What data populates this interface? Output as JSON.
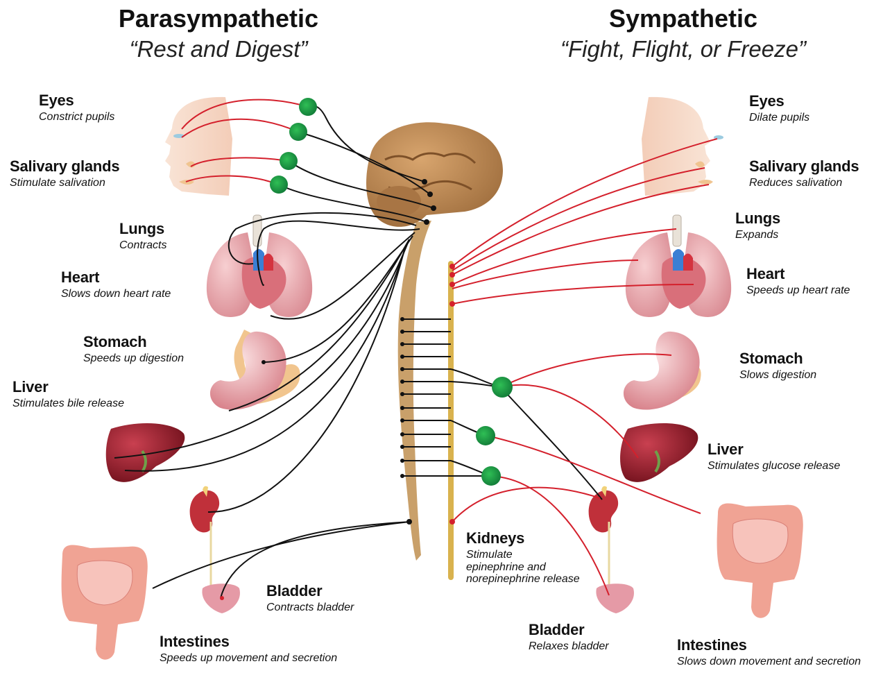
{
  "parasympathetic": {
    "title": "Parasympathetic",
    "subtitle": "“Rest and Digest”",
    "organs": [
      {
        "key": "eyes",
        "name": "Eyes",
        "effect": "Constrict pupils"
      },
      {
        "key": "salivary",
        "name": "Salivary glands",
        "effect": "Stimulate salivation"
      },
      {
        "key": "lungs",
        "name": "Lungs",
        "effect": "Contracts"
      },
      {
        "key": "heart",
        "name": "Heart",
        "effect": "Slows down heart rate"
      },
      {
        "key": "stomach",
        "name": "Stomach",
        "effect": "Speeds up digestion"
      },
      {
        "key": "liver",
        "name": "Liver",
        "effect": "Stimulates bile release"
      },
      {
        "key": "bladder",
        "name": "Bladder",
        "effect": "Contracts bladder"
      },
      {
        "key": "intestines",
        "name": "Intestines",
        "effect": "Speeds up movement and secretion"
      }
    ]
  },
  "sympathetic": {
    "title": "Sympathetic",
    "subtitle": "“Fight, Flight, or Freeze”",
    "organs": [
      {
        "key": "eyes",
        "name": "Eyes",
        "effect": "Dilate pupils"
      },
      {
        "key": "salivary",
        "name": "Salivary glands",
        "effect": "Reduces salivation"
      },
      {
        "key": "lungs",
        "name": "Lungs",
        "effect": "Expands"
      },
      {
        "key": "heart",
        "name": "Heart",
        "effect": "Speeds up heart rate"
      },
      {
        "key": "stomach",
        "name": "Stomach",
        "effect": "Slows digestion"
      },
      {
        "key": "liver",
        "name": "Liver",
        "effect": "Stimulates glucose release"
      },
      {
        "key": "kidneys",
        "name": "Kidneys",
        "effect": "Stimulate",
        "effect_lines": [
          "epinephrine and",
          "norepinephrine release"
        ]
      },
      {
        "key": "bladder",
        "name": "Bladder",
        "effect": "Relaxes bladder"
      },
      {
        "key": "intestines",
        "name": "Intestines",
        "effect": "Slows down movement and secretion"
      }
    ]
  },
  "colors": {
    "nerve_red": "#d4202c",
    "nerve_black": "#111111",
    "ganglion": "#1e9a3e",
    "spine": "#c9a06a",
    "chain": "#d9b24e",
    "brain": "#b98550",
    "skin": "#f7dccb",
    "lung": "#e7a3a8",
    "stomach": "#efb3b8",
    "liver": "#9e1e2a",
    "kidney": "#c0303a",
    "intestine": "#f0a394"
  }
}
